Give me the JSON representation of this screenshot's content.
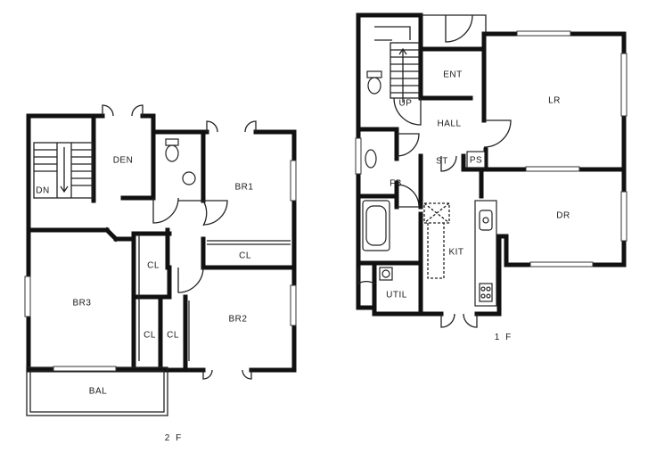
{
  "floor_2": {
    "label": "2 F",
    "rooms": {
      "den": "DEN",
      "dn": "DN",
      "br1": "BR1",
      "cl_br1": "CL",
      "cl_upper": "CL",
      "br3": "BR3",
      "cl_left": "CL",
      "cl_right": "CL",
      "br2": "BR2",
      "bal": "BAL"
    }
  },
  "floor_1": {
    "label": "1 F",
    "rooms": {
      "ent": "ENT",
      "up": "UP",
      "hall": "HALL",
      "lr": "LR",
      "st": "ST",
      "ps": "PS",
      "fb": "FB",
      "dr": "DR",
      "kit": "KIT",
      "util": "UTIL"
    }
  },
  "colors": {
    "wall": "#111111",
    "background": "#ffffff"
  }
}
